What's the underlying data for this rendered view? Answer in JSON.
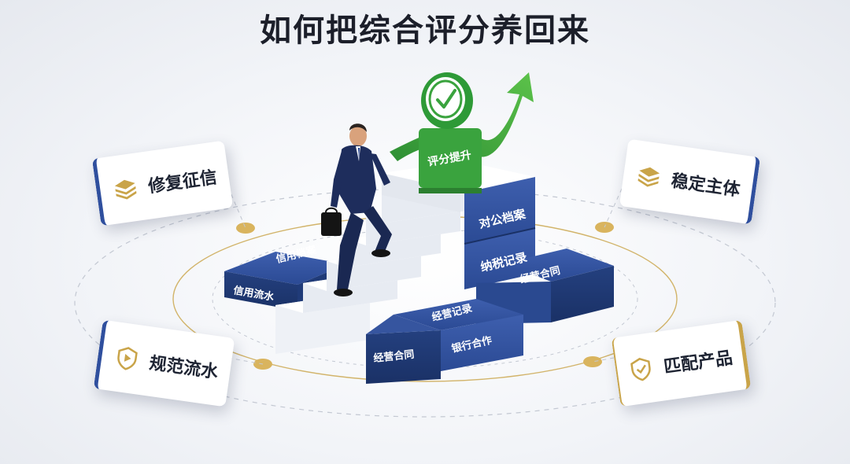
{
  "title": "如何把综合评分养回来",
  "cards": {
    "left_top": {
      "label": "修复征信",
      "icon": "stack-icon"
    },
    "right_top": {
      "label": "稳定主体",
      "icon": "stack-icon"
    },
    "left_bottom": {
      "label": "规范流水",
      "icon": "shield-play-icon"
    },
    "right_bottom": {
      "label": "匹配产品",
      "icon": "shield-check-icon"
    }
  },
  "badge": {
    "label": "评分提升"
  },
  "blocks": {
    "b1": "信用档案",
    "b2": "信用流水",
    "b3": "对公档案",
    "b4": "纳税记录",
    "b5": "经营合同",
    "b6": "经营记录",
    "b7": "银行合作",
    "b8": "经营合同"
  },
  "colors": {
    "accent": "#2f4f9e",
    "gold": "#c9a449",
    "green": "#3aa33e"
  }
}
